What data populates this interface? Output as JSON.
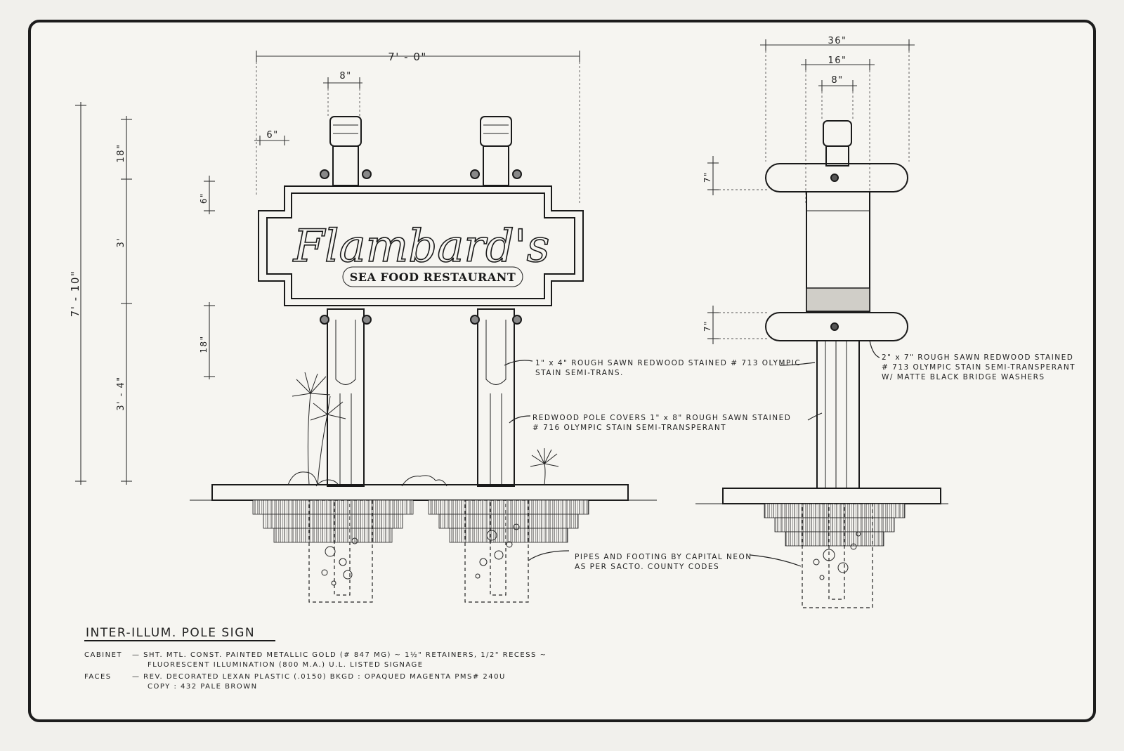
{
  "logo_text": "Flambard's",
  "logo_subtitle": "SEA FOOD RESTAURANT",
  "dimensions": {
    "front_width": "7' - 0\"",
    "front_post_width": "8\"",
    "front_cap_width": "6\"",
    "front_total_height": "7' - 10\"",
    "front_top": "18\"",
    "front_cabinet": "3'",
    "front_trim": "6\"",
    "front_lower": "18\"",
    "front_base": "3' - 4\"",
    "side_width": "36\"",
    "side_mid": "16\"",
    "side_post": "8\"",
    "side_upper_band": "7\"",
    "side_lower_band": "7\""
  },
  "annotations": {
    "rough_sawn_4": [
      "1\" x 4\" ROUGH SAWN REDWOOD STAINED # 713 OLYMPIC",
      "STAIN SEMI-TRANS."
    ],
    "pole_covers": [
      "REDWOOD POLE COVERS 1\" x 8\" ROUGH SAWN STAINED",
      "# 716 OLYMPIC STAIN SEMI-TRANSPERANT"
    ],
    "rough_sawn_7": [
      "2\" x 7\" ROUGH SAWN REDWOOD STAINED",
      "# 713 OLYMPIC STAIN SEMI-TRANSPERANT",
      "W/ MATTE BLACK BRIDGE WASHERS"
    ],
    "footing": [
      "PIPES AND FOOTING BY CAPITAL NEON",
      "AS PER SACTO. COUNTY CODES"
    ]
  },
  "title_block": {
    "title": "INTER-ILLUM. POLE SIGN",
    "cabinet_label": "CABINET",
    "cabinet_spec": [
      "— SHT. MTL. CONST. PAINTED METALLIC GOLD (# 847 MG) ~ 1½\" RETAINERS, 1/2\" RECESS ~",
      "FLUORESCENT ILLUMINATION (800 M.A.) U.L. LISTED SIGNAGE"
    ],
    "faces_label": "FACES",
    "faces_spec": [
      "— REV. DECORATED LEXAN PLASTIC (.0150)  BKGD : OPAQUED MAGENTA PMS# 240U",
      "COPY : 432 PALE BROWN"
    ]
  },
  "colors": {
    "paper": "#f6f5f1",
    "ink": "#1a1a1a"
  }
}
